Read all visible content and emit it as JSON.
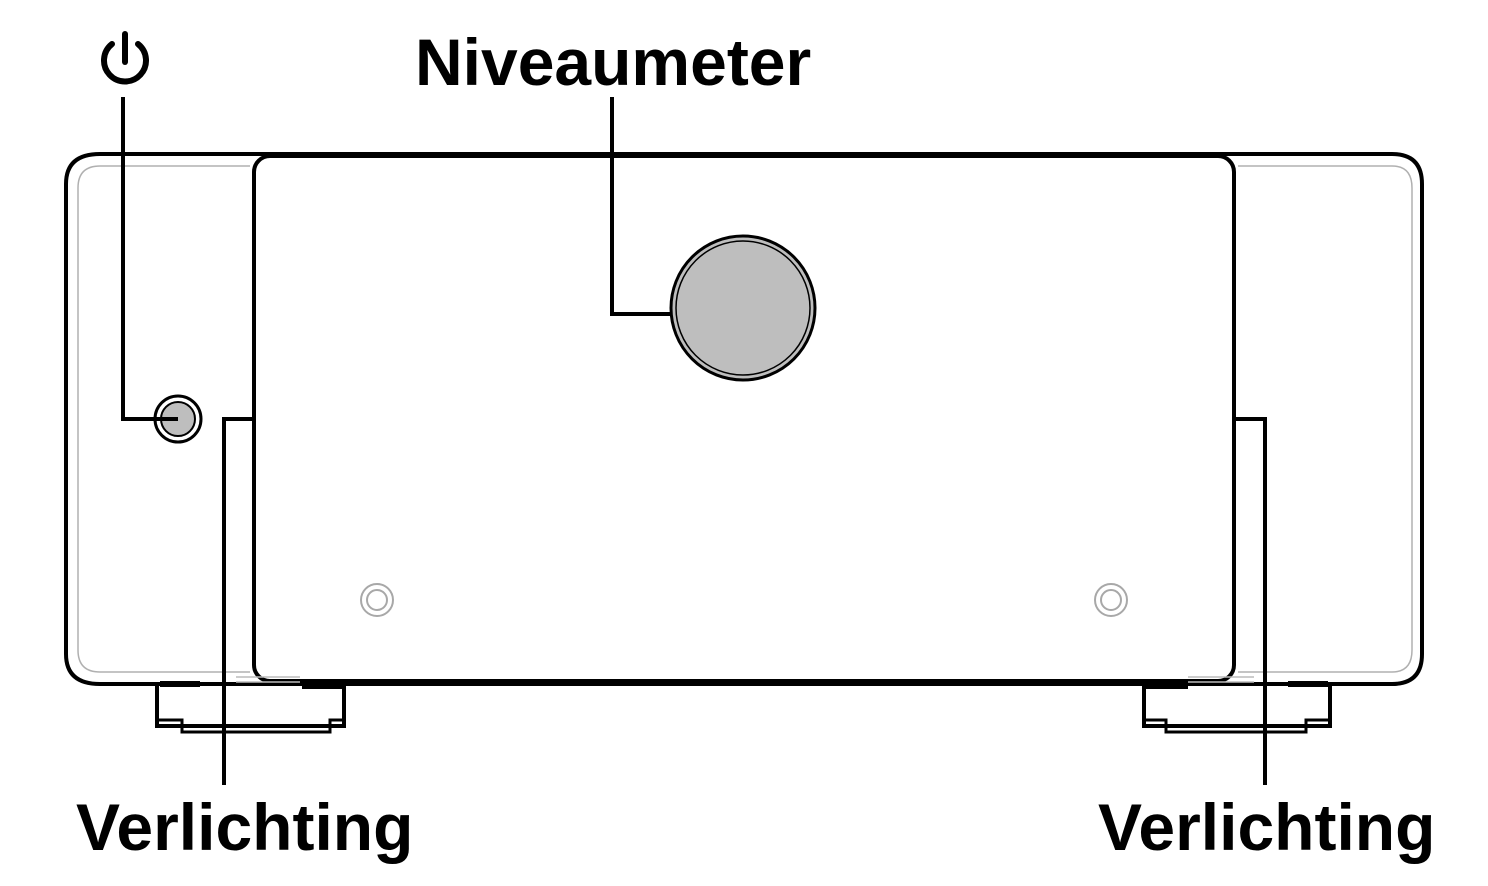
{
  "labels": {
    "power_symbol": "⏻",
    "level_meter": "Niveaumeter",
    "lighting_left": "Verlichting",
    "lighting_right": "Verlichting"
  },
  "colors": {
    "line": "#000000",
    "inner_outline": "#b0b0b0",
    "meter_fill": "#bebebe",
    "screw": "#a8a8a8",
    "background": "#ffffff"
  },
  "icons": {
    "power": "power-icon",
    "level_meter": "level-meter-dial",
    "screw": "screw-icon",
    "power_button": "power-button"
  }
}
